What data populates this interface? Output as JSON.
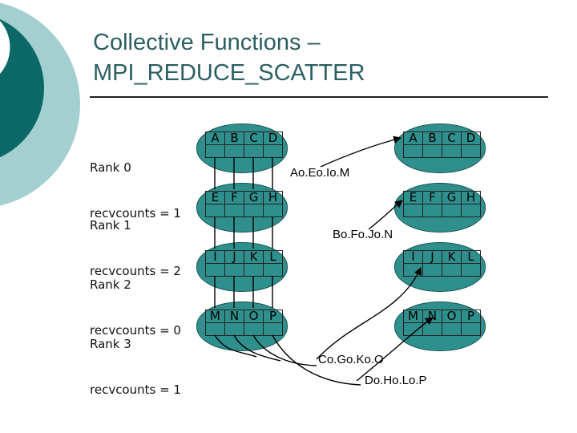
{
  "slide": {
    "title_line1": "Collective Functions –",
    "title_line2": "MPI_REDUCE_SCATTER",
    "accent_color": "#2e8f8c",
    "dark_accent": "#0b6866",
    "light_accent": "#a3cfd0"
  },
  "ranks": [
    {
      "label": "Rank 0",
      "recvcounts": "recvcounts = 1",
      "send": [
        "A",
        "B",
        "C",
        "D"
      ],
      "recv": [
        "A",
        "B",
        "C",
        "D"
      ]
    },
    {
      "label": "Rank 1",
      "recvcounts": "recvcounts = 2",
      "send": [
        "E",
        "F",
        "G",
        "H"
      ],
      "recv": [
        "E",
        "F",
        "G",
        "H"
      ]
    },
    {
      "label": "Rank 2",
      "recvcounts": "recvcounts = 0",
      "send": [
        "I",
        "J",
        "K",
        "L"
      ],
      "recv": [
        "I",
        "J",
        "K",
        "L"
      ]
    },
    {
      "label": "Rank 3",
      "recvcounts": "recvcounts = 1",
      "send": [
        "M",
        "N",
        "O",
        "P"
      ],
      "recv": [
        "M",
        "N",
        "O",
        "P"
      ]
    }
  ],
  "results": {
    "r1": "Ao.Eo.Io.M",
    "r2": "Bo.Fo.Jo.N",
    "r3": "Co.Go.Ko.O",
    "r4": "Do.Ho.Lo.P"
  }
}
